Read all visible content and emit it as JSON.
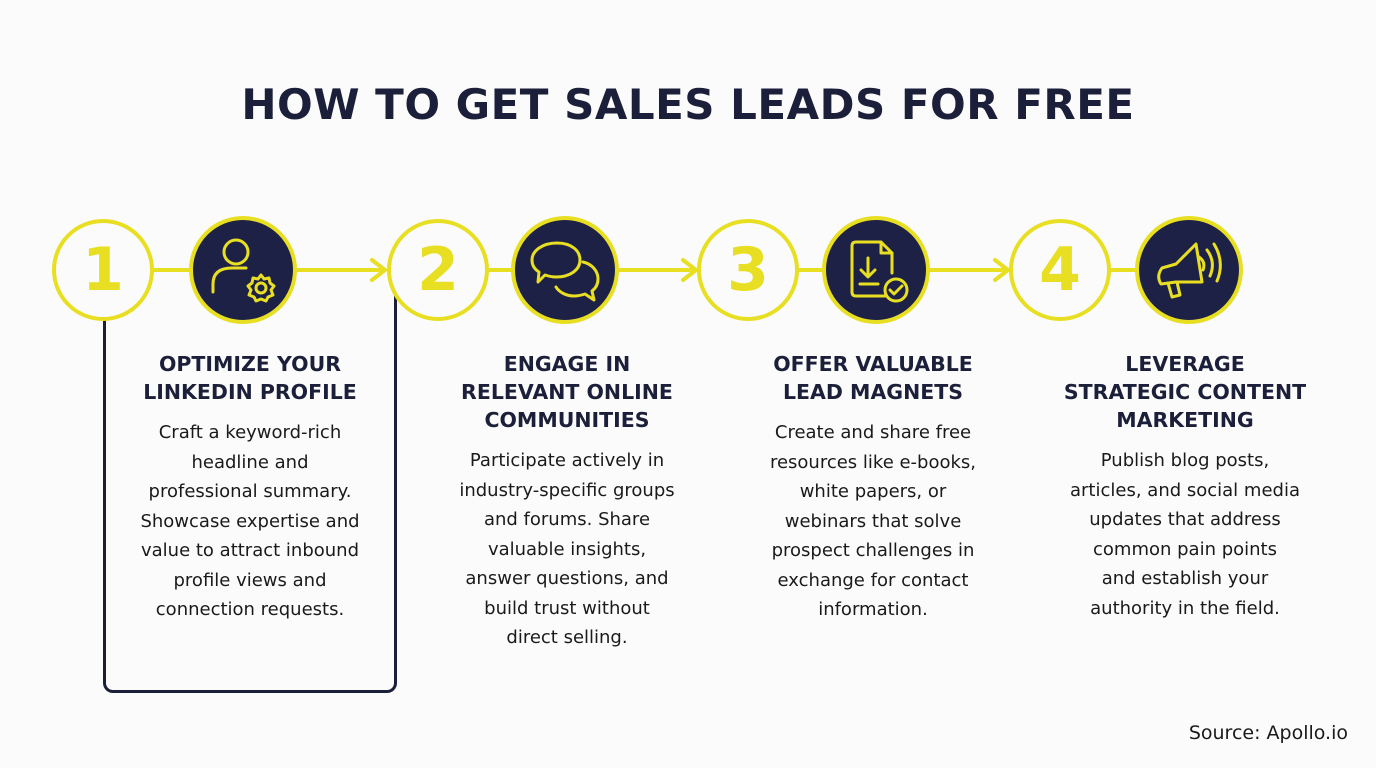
{
  "title": "HOW TO GET SALES LEADS FOR FREE",
  "colors": {
    "accent_yellow": "#e8df22",
    "navy": "#1c1f3a",
    "background": "#fbfbfb",
    "text": "#1a1a1a"
  },
  "selected_step": 1,
  "steps": [
    {
      "number": "1",
      "icon": "user-gear-icon",
      "heading_line1": "OPTIMIZE YOUR",
      "heading_line2": "LINKEDIN PROFILE",
      "heading_line3": "",
      "body_lines": [
        "Craft a keyword-rich",
        "headline and",
        "professional summary.",
        "Showcase expertise and",
        "value to attract inbound",
        "profile views and",
        "connection requests."
      ]
    },
    {
      "number": "2",
      "icon": "chat-bubbles-icon",
      "heading_line1": "ENGAGE IN",
      "heading_line2": "RELEVANT ONLINE",
      "heading_line3": "COMMUNITIES",
      "body_lines": [
        "Participate actively in",
        "industry-specific groups",
        "and forums. Share",
        "valuable insights,",
        "answer questions, and",
        "build trust without",
        "direct selling."
      ]
    },
    {
      "number": "3",
      "icon": "document-download-check-icon",
      "heading_line1": "OFFER VALUABLE",
      "heading_line2": "LEAD MAGNETS",
      "heading_line3": "",
      "body_lines": [
        "Create and share free",
        "resources like e-books,",
        "white papers, or",
        "webinars that solve",
        "prospect challenges in",
        "exchange for contact",
        "information."
      ]
    },
    {
      "number": "4",
      "icon": "megaphone-icon",
      "heading_line1": "LEVERAGE",
      "heading_line2": "STRATEGIC CONTENT",
      "heading_line3": "MARKETING",
      "body_lines": [
        "Publish blog posts,",
        "articles, and social media",
        "updates that address",
        "common pain points",
        "and establish your",
        "authority in the field."
      ]
    }
  ],
  "source": "Source: Apollo.io"
}
